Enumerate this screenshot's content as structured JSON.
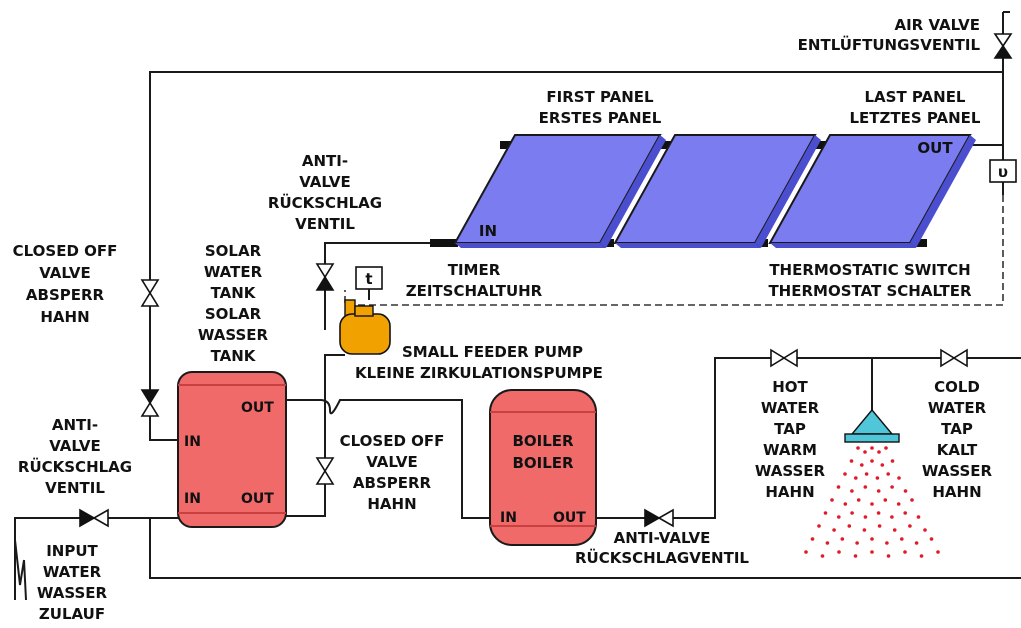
{
  "colors": {
    "tank_fill": "#f06a6a",
    "tank_dark": "#c94040",
    "panel_fill": "#7a7cf0",
    "panel_edge": "#4c4ed0",
    "pump_fill": "#f2a200",
    "shower_head": "#4fc7d8",
    "spray": "#e01a2a",
    "pipe": "#1a1a1a"
  },
  "labels": {
    "air_valve": [
      "AIR VALVE",
      "ENTLÜFTUNGSVENTIL"
    ],
    "first_panel": [
      "FIRST PANEL",
      "ERSTES PANEL"
    ],
    "last_panel": [
      "LAST PANEL",
      "LETZTES PANEL"
    ],
    "anti_valve_top": [
      "ANTI-",
      "VALVE",
      "RÜCKSCHLAG",
      "VENTIL"
    ],
    "closed_off_left": [
      "CLOSED OFF",
      "VALVE",
      "ABSPERR",
      "HAHN"
    ],
    "solar_tank": [
      "SOLAR",
      "WATER",
      "TANK",
      "SOLAR",
      "WASSER",
      "TANK"
    ],
    "timer": [
      "TIMER",
      "ZEITSCHALTUHR"
    ],
    "thermo_switch": [
      "THERMOSTATIC SWITCH",
      "THERMOSTAT SCHALTER"
    ],
    "pump": [
      "SMALL FEEDER PUMP",
      "KLEINE ZIRKULATIONSPUMPE"
    ],
    "anti_valve_left": [
      "ANTI-",
      "VALVE",
      "RÜCKSCHLAG",
      "VENTIL"
    ],
    "closed_off_mid": [
      "CLOSED OFF",
      "VALVE",
      "ABSPERR",
      "HAHN"
    ],
    "boiler": [
      "BOILER",
      "BOILER"
    ],
    "anti_valve_bottom": [
      "ANTI-VALVE",
      "RÜCKSCHLAGVENTIL"
    ],
    "hot_tap": [
      "HOT",
      "WATER",
      "TAP",
      "WARM",
      "WASSER",
      "HAHN"
    ],
    "cold_tap": [
      "COLD",
      "WATER",
      "TAP",
      "KALT",
      "WASSER",
      "HAHN"
    ],
    "input": [
      "INPUT",
      "WATER",
      "WASSER",
      "ZULAUF"
    ],
    "in": "IN",
    "out": "OUT",
    "timer_symbol": "t",
    "thermo_symbol": "υ"
  }
}
